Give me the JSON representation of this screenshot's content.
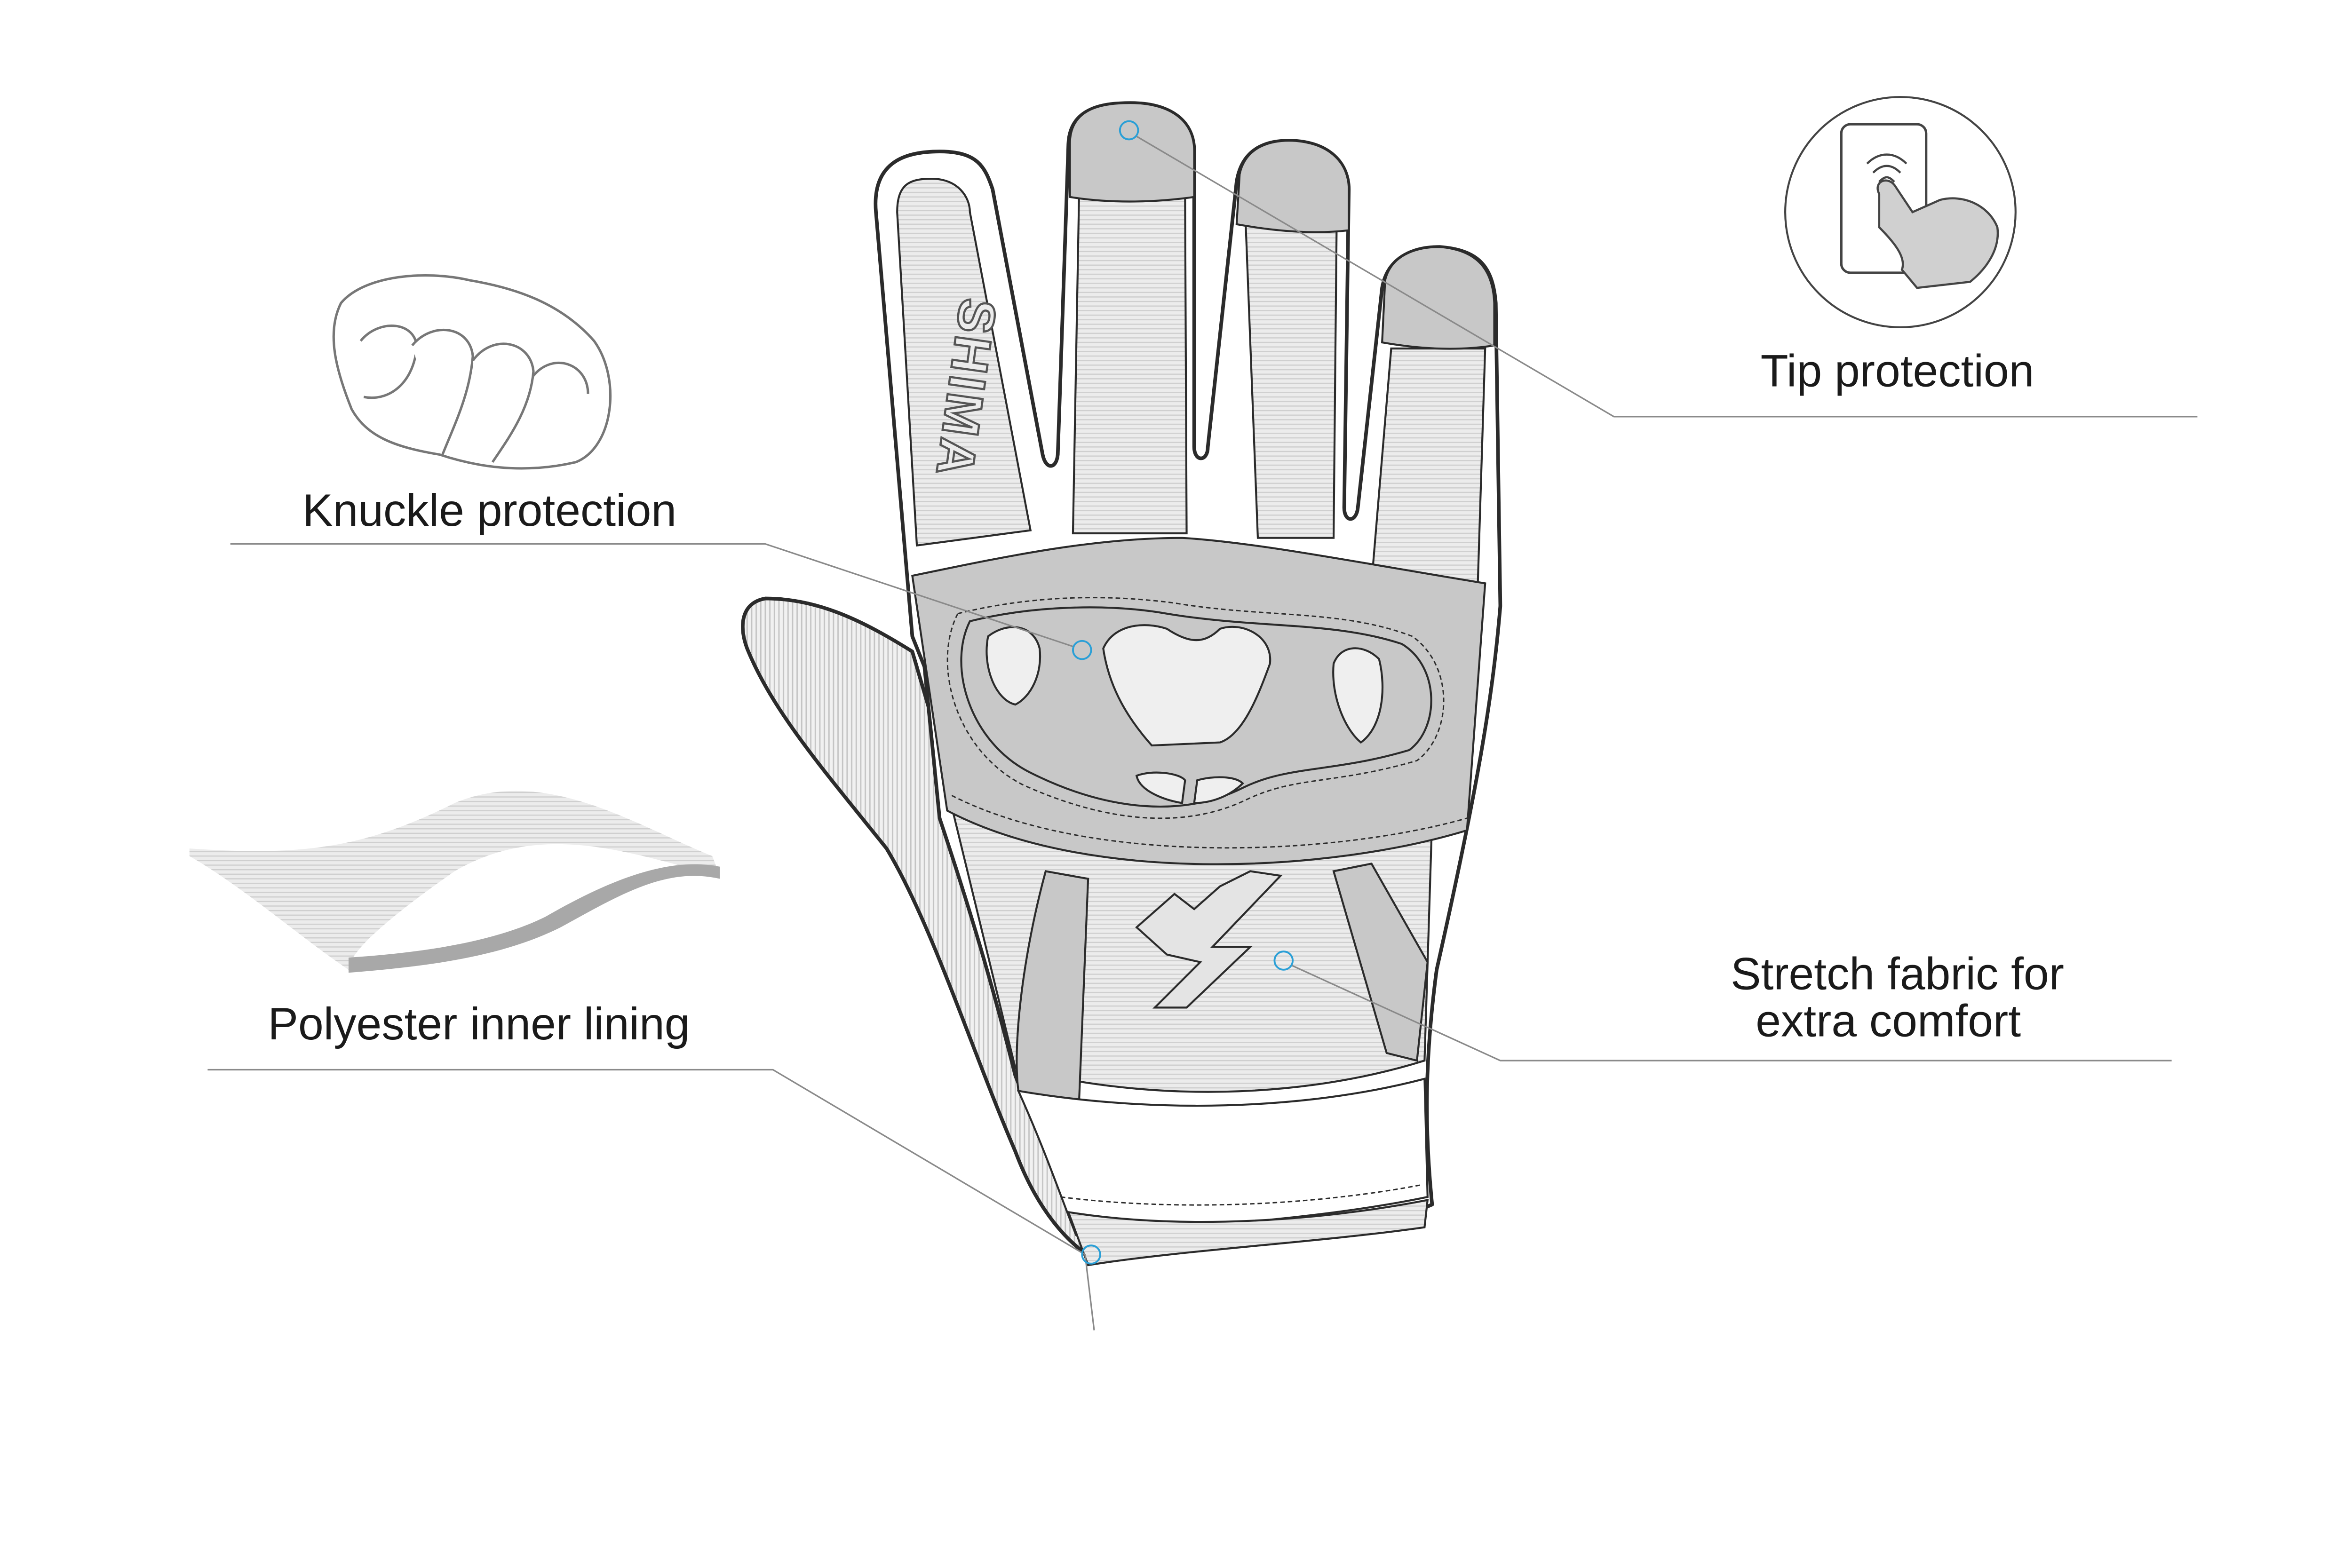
{
  "features": {
    "tip": {
      "label": "Tip protection",
      "icon": "touchscreen-phone-icon"
    },
    "knuckle": {
      "label": "Knuckle protection",
      "icon": "fist-icon"
    },
    "stretch": {
      "line1": "Stretch fabric for",
      "line2": "extra comfort"
    },
    "lining": {
      "label": "Polyester inner lining",
      "icon": "fabric-layer-icon"
    }
  },
  "logo": {
    "text": "SHIMA"
  },
  "colors": {
    "marker": "#2a9fd6",
    "panel": "#c8c8c8",
    "insert": "#e6e6e6",
    "outline": "#2b2b2b",
    "leader": "#8a8a8a"
  }
}
